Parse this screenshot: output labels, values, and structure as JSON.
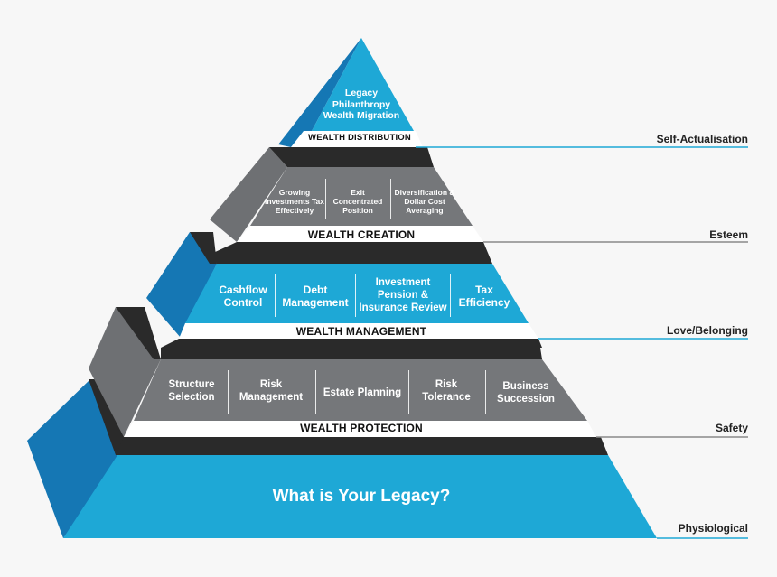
{
  "colors": {
    "cyan": "#1ea8d6",
    "cyan_dark": "#1577b4",
    "gray": "#75777a",
    "gray_dark": "#5e6063",
    "black": "#2a2a2a",
    "white": "#ffffff",
    "line_blue": "#1ea8d6",
    "line_gray": "#8a8a8a"
  },
  "apex": {
    "items": [
      "Legacy",
      "Philanthropy",
      "Wealth Migration"
    ],
    "band": "WEALTH DISTRIBUTION",
    "side_label": "Self-Actualisation"
  },
  "creation": {
    "items": [
      "Growing Investments Tax Effectively",
      "Exit Concentrated Position",
      "Diversification & Dollar Cost Averaging"
    ],
    "band": "WEALTH CREATION",
    "side_label": "Esteem"
  },
  "management": {
    "items": [
      "Cashflow Control",
      "Debt Management",
      "Investment Pension & Insurance Review",
      "Tax Efficiency"
    ],
    "band": "WEALTH MANAGEMENT",
    "side_label": "Love/Belonging"
  },
  "protection": {
    "items": [
      "Structure Selection",
      "Risk Management",
      "Estate Planning",
      "Risk Tolerance",
      "Business Succession"
    ],
    "band": "WEALTH PROTECTION",
    "side_label": "Safety"
  },
  "base": {
    "title": "What is Your Legacy?",
    "side_label": "Physiological"
  }
}
